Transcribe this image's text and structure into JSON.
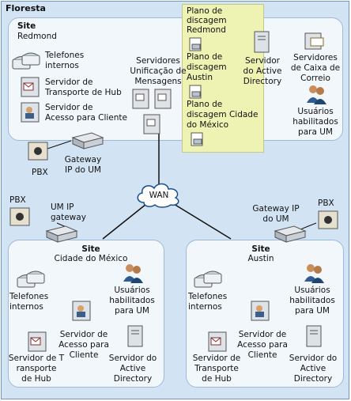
{
  "forest": {
    "title": "Floresta"
  },
  "wan": {
    "label": "WAN"
  },
  "redmond": {
    "site_line1": "Site",
    "site_line2": "Redmond",
    "phones": [
      "Telefones",
      "internos"
    ],
    "hub": [
      "Servidor de",
      "Transporte de Hub"
    ],
    "cas": [
      "Servidor de",
      "Acesso para Cliente"
    ],
    "um_servers": [
      "Servidores",
      "Unificação de",
      "Mensagens"
    ],
    "ad": [
      "Servidor",
      "do Active",
      "Directory"
    ],
    "mailbox": [
      "Servidores",
      "de Caixa de",
      "Correio"
    ],
    "um_users": [
      "Usuários",
      "habilitados",
      "para UM"
    ],
    "pbx": "PBX",
    "gateway": [
      "Gateway",
      "IP do UM"
    ]
  },
  "dial_plans": {
    "redmond": [
      "Plano de",
      "discagem",
      "Redmond"
    ],
    "austin": [
      "Plano de",
      "discagem",
      "Austin"
    ],
    "mexico": [
      "Plano de",
      "discagem Cidade",
      "do México"
    ]
  },
  "mexico": {
    "pbx": "PBX",
    "gateway": [
      "UM IP",
      "gateway"
    ],
    "site_line1": "Site",
    "site_line2": "Cidade do México",
    "phones": [
      "Telefones",
      "internos"
    ],
    "um_users": [
      "Usuários",
      "habilitados",
      "para UM"
    ],
    "cas": [
      "Servidor de",
      "Acesso para",
      "Cliente"
    ],
    "hub": [
      "Servidor de T",
      "ransporte",
      "de Hub"
    ],
    "ad": [
      "Servidor do",
      "Active",
      "Directory"
    ]
  },
  "austin": {
    "pbx": "PBX",
    "gateway": [
      "Gateway IP",
      "do UM"
    ],
    "site_line1": "Site",
    "site_line2": "Austin",
    "phones": [
      "Telefones",
      "internos"
    ],
    "um_users": [
      "Usuários",
      "habilitados",
      "para UM"
    ],
    "cas": [
      "Servidor de",
      "Acesso para",
      "Cliente"
    ],
    "hub": [
      "Servidor de",
      "Transporte",
      "de Hub"
    ],
    "ad": [
      "Servidor do",
      "Active",
      "Directory"
    ]
  }
}
